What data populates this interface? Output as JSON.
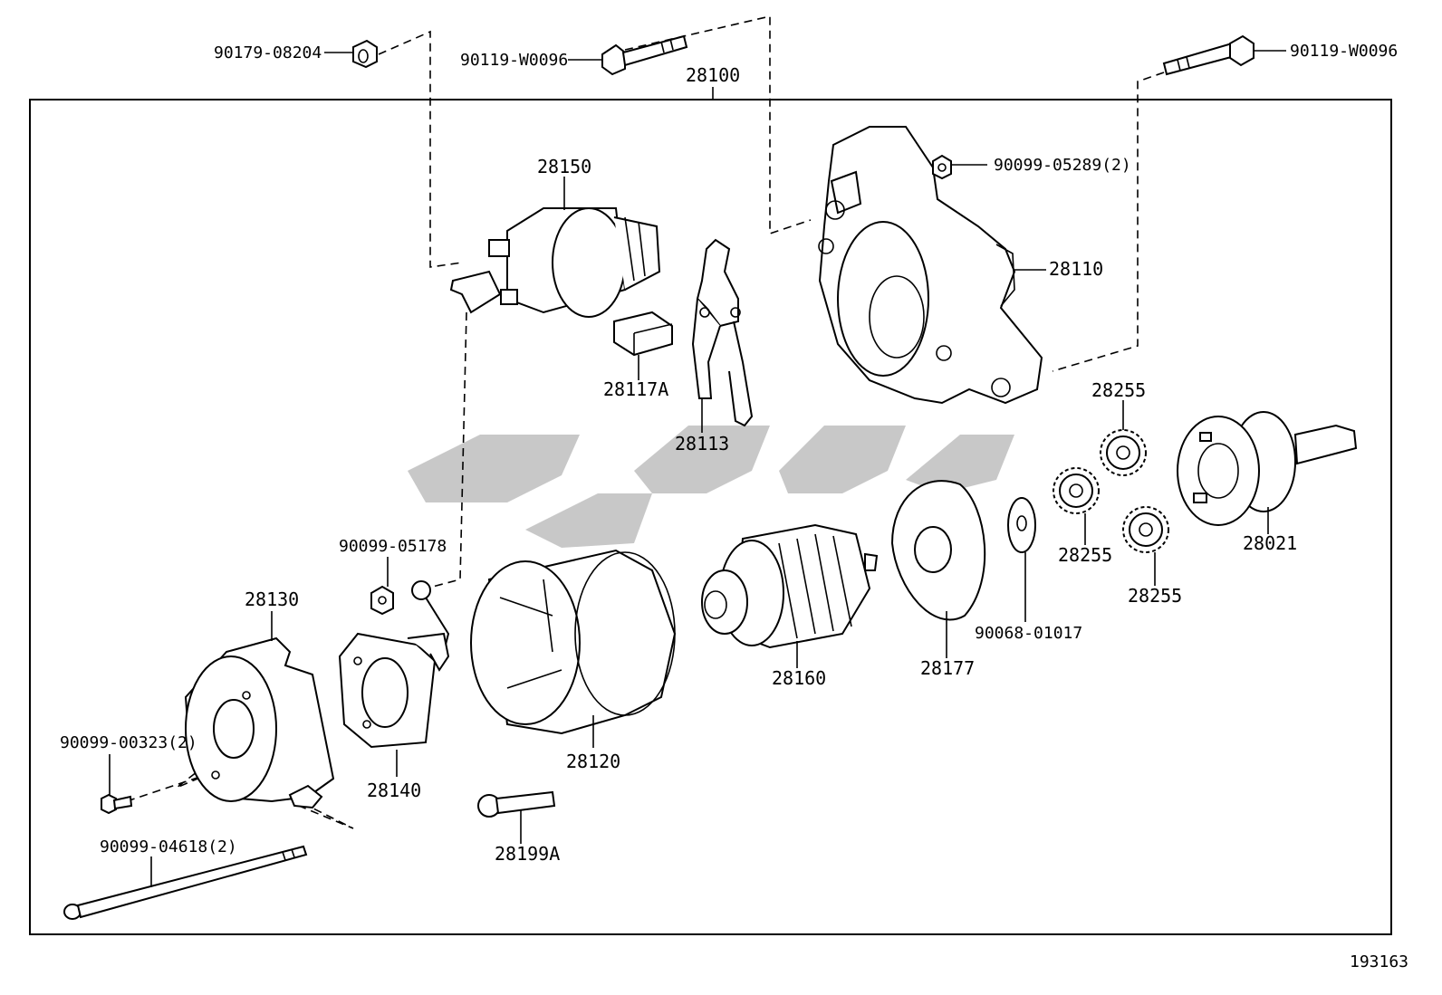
{
  "diagram": {
    "figure_id": "193163",
    "assembly_label": "28100",
    "parts": {
      "p90179_08204": "90179-08204",
      "p90119_w0096_left": "90119-W0096",
      "p90119_w0096_right": "90119-W0096",
      "p28150": "28150",
      "p90099_05289": "90099-05289(2)",
      "p28110": "28110",
      "p28117a": "28117A",
      "p28113": "28113",
      "p28255_a": "28255",
      "p28255_b": "28255",
      "p28255_c": "28255",
      "p28021": "28021",
      "p90099_05178": "90099-05178",
      "p28130": "28130",
      "p90068_01017": "90068-01017",
      "p28177": "28177",
      "p28160": "28160",
      "p28120": "28120",
      "p28140": "28140",
      "p90099_00323": "90099-00323(2)",
      "p28199a": "28199A",
      "p90099_04618": "90099-04618(2)"
    }
  }
}
